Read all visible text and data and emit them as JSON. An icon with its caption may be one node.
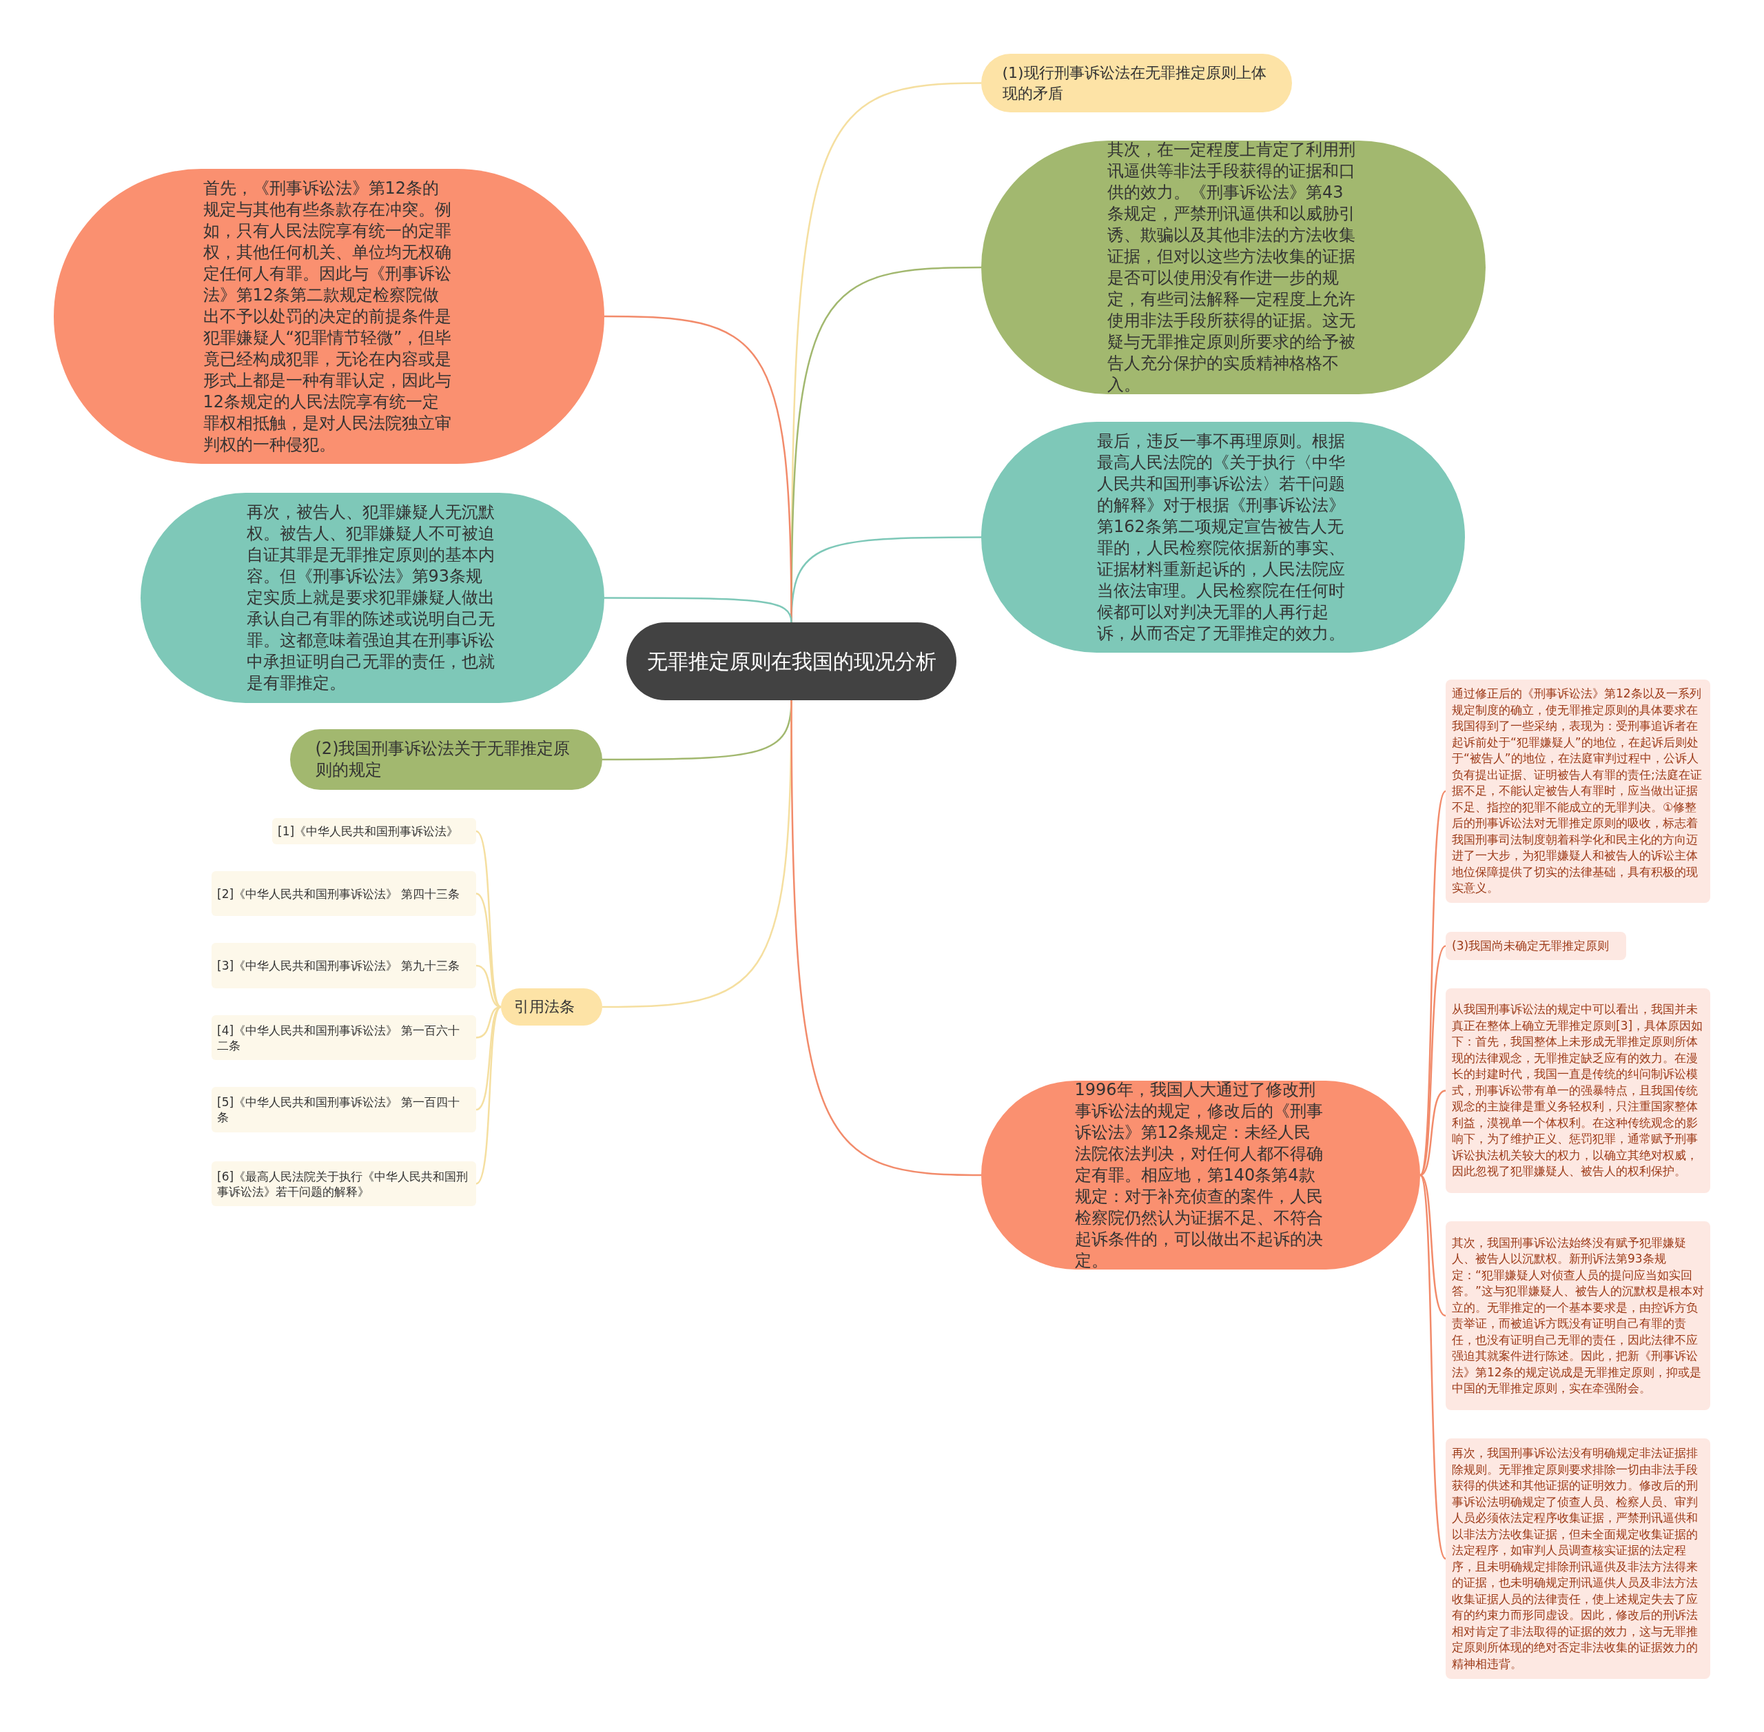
{
  "diagram": {
    "nodes": [
      {
        "text": [
          "无罪推定原则在我国的现况分析"
        ]
      },
      {
        "text": [
          "(1)现行刑事诉讼法在无罪推定原则上体现的矛盾"
        ]
      },
      {
        "text": [
          "其次，在一定程度上肯定了利用刑讯逼供等非法手段获得的证据和口供的效力。《刑事诉讼法》第43条规定，严禁刑讯逼供和以威胁引诱、欺骗以及其他非法的方法收集证据，但对以这些方法收集的证据是否可以使用没有作进一步的规定，有些司法解释一定程度上允许使用非法手段所获得的证据。这无疑与无罪推定原则所要求的给予被告人充分保护的实质精神格格不入。"
        ]
      },
      {
        "text": [
          "最后，违反一事不再理原则。根据最高人民法院的《关于执行〈中华人民共和国刑事诉讼法〉若干问题的解释》对于根据《刑事诉讼法》第162条第二项规定宣告被告人无罪的，人民检察院依据新的事实、证据材料重新起诉的，人民法院应当依法审理。人民检察院在任何时候都可以对判决无罪的人再行起诉，从而否定了无罪推定的效力。"
        ]
      },
      {
        "text": [
          "首先，《刑事诉讼法》第12条的规定与其他有些条款存在冲突。例如，只有人民法院享有统一的定罪权，其他任何机关、单位均无权确定任何人有罪。因此与《刑事诉讼法》第12条第二款规定检察院做出不予以处罚的决定的前提条件是犯罪嫌疑人“犯罪情节轻微”，但毕竟已经构成犯罪，无论在内容或是形式上都是一种有罪认定，因此与12条规定的人民法院享有统一定罪权相抵触，是对人民法院独立审判权的一种侵犯。"
        ]
      },
      {
        "text": [
          "再次，被告人、犯罪嫌疑人无沉默权。被告人、犯罪嫌疑人不可被迫自证其罪是无罪推定原则的基本内容。但《刑事诉讼法》第93条规定实质上就是要求犯罪嫌疑人做出承认自己有罪的陈述或说明自己无罪。这都意味着强迫其在刑事诉讼中承担证明自己无罪的责任，也就是有罪推定。"
        ]
      },
      {
        "text": [
          "(2)我国刑事诉讼法关于无罪推定原则的规定"
        ]
      },
      {
        "text": [
          "引用法条"
        ]
      },
      {
        "text": [
          "[1]《中华人民共和国刑事诉讼法》"
        ]
      },
      {
        "text": [
          "[2]《中华人民共和国刑事诉讼法》 第四十三条"
        ]
      },
      {
        "text": [
          "[3]《中华人民共和国刑事诉讼法》 第九十三条"
        ]
      },
      {
        "text": [
          "[4]《中华人民共和国刑事诉讼法》 第一百六十二条"
        ]
      },
      {
        "text": [
          "[5]《中华人民共和国刑事诉讼法》 第一百四十条"
        ]
      },
      {
        "text": [
          "[6]《最高人民法院关于执行《中华人民共和国刑事诉讼法》若干问题的解释》"
        ]
      },
      {
        "text": [
          "1996年，我国人大通过了修改刑事诉讼法的规定，修改后的《刑事诉讼法》第12条规定：未经人民法院依法判决，对任何人都不得确定有罪。相应地，第140条第4款规定：对于补充侦查的案件，人民检察院仍然认为证据不足、不符合起诉条件的，可以做出不起诉的决定。"
        ]
      },
      {
        "text": [
          "通过修正后的《刑事诉讼法》第12条以及一系列规定制度的确立，使无罪推定原则的具体要求在我国得到了一些采纳，表现为：受刑事追诉者在起诉前处于“犯罪嫌疑人”的地位，在起诉后则处于“被告人”的地位，在法庭审判过程中，公诉人负有提出证据、证明被告人有罪的责任;法庭在证据不足，不能认定被告人有罪时，应当做出证据不足、指控的犯罪不能成立的无罪判决。①修整后的刑事诉讼法对无罪推定原则的吸收，标志着我国刑事司法制度朝着科学化和民主化的方向迈进了一大步，为犯罪嫌疑人和被告人的诉讼主体地位保障提供了切实的法律基础，具有积极的现实意义。"
        ]
      },
      {
        "text": [
          "(3)我国尚未确定无罪推定原则"
        ]
      },
      {
        "text": [
          "从我国刑事诉讼法的规定中可以看出，我国并未真正在整体上确立无罪推定原则[3]，具体原因如下：首先，我国整体上未形成无罪推定原则所体现的法律观念，无罪推定缺乏应有的效力。在漫长的封建时代，我国一直是传统的纠问制诉讼模式，刑事诉讼带有单一的强暴特点，且我国传统观念的主旋律是重义务轻权利，只注重国家整体利益，漠视单一个体权利。在这种传统观念的影响下，为了维护正义、惩罚犯罪，通常赋予刑事诉讼执法机关较大的权力，以确立其绝对权威，因此忽视了犯罪嫌疑人、被告人的权利保护。"
        ]
      },
      {
        "text": [
          "其次，我国刑事诉讼法始终没有赋予犯罪嫌疑人、被告人以沉默权。新刑诉法第93条规定：“犯罪嫌疑人对侦查人员的提问应当如实回答。”这与犯罪嫌疑人、被告人的沉默权是根本对立的。无罪推定的一个基本要求是，由控诉方负责举证，而被追诉方既没有证明自己有罪的责任，也没有证明自己无罪的责任，因此法律不应强迫其就案件进行陈述。因此，把新《刑事诉讼法》第12条的规定说成是无罪推定原则，抑或是中国的无罪推定原则，实在牵强附会。"
        ]
      },
      {
        "text": [
          "再次，我国刑事诉讼法没有明确规定非法证据排除规则。无罪推定原则要求排除一切由非法手段获得的供述和其他证据的证明效力。修改后的刑事诉讼法明确规定了侦查人员、检察人员、审判人员必须依法定程序收集证据，严禁刑讯逼供和以非法方法收集证据，但未全面规定收集证据的法定程序，如审判人员调查核实证据的法定程序，且未明确规定排除刑讯逼供及非法方法得来的证据，也未明确规定刑讯逼供人员及非法方法收集证据人员的法律责任，使上述规定失去了应有的约束力而形同虚设。因此，修改后的刑诉法相对肯定了非法取得的证据的效力，这与无罪推定原则所体现的绝对否定非法收集的证据效力的精神相违背。"
        ]
      }
    ],
    "edges": [
      {
        "from": 0,
        "to": 1,
        "arrow": "none",
        "color": "#f5dfa0"
      },
      {
        "from": 0,
        "to": 2,
        "arrow": "none",
        "color": "#a2b86f"
      },
      {
        "from": 0,
        "to": 3,
        "arrow": "none",
        "color": "#7ec8b8"
      },
      {
        "from": 0,
        "to": 4,
        "arrow": "none",
        "color": "#f28b6b"
      },
      {
        "from": 0,
        "to": 5,
        "arrow": "none",
        "color": "#7ec8b8"
      },
      {
        "from": 0,
        "to": 6,
        "arrow": "none",
        "color": "#a2b86f"
      },
      {
        "from": 0,
        "to": 7,
        "arrow": "none",
        "color": "#f5dfa0"
      },
      {
        "from": 7,
        "to": 8,
        "arrow": "none",
        "color": "#f5dfa0"
      },
      {
        "from": 7,
        "to": 9,
        "arrow": "none",
        "color": "#f5dfa0"
      },
      {
        "from": 7,
        "to": 10,
        "arrow": "none",
        "color": "#f5dfa0"
      },
      {
        "from": 7,
        "to": 11,
        "arrow": "none",
        "color": "#f5dfa0"
      },
      {
        "from": 7,
        "to": 12,
        "arrow": "none",
        "color": "#f5dfa0"
      },
      {
        "from": 7,
        "to": 13,
        "arrow": "none",
        "color": "#f5dfa0"
      },
      {
        "from": 0,
        "to": 14,
        "arrow": "none",
        "color": "#f28b6b"
      },
      {
        "from": 14,
        "to": 15,
        "arrow": "none",
        "color": "#f28b6b"
      },
      {
        "from": 14,
        "to": 16,
        "arrow": "none",
        "color": "#f28b6b"
      },
      {
        "from": 14,
        "to": 17,
        "arrow": "none",
        "color": "#f28b6b"
      },
      {
        "from": 14,
        "to": 18,
        "arrow": "none",
        "color": "#f28b6b"
      },
      {
        "from": 14,
        "to": 19,
        "arrow": "none",
        "color": "#f28b6b"
      }
    ]
  }
}
